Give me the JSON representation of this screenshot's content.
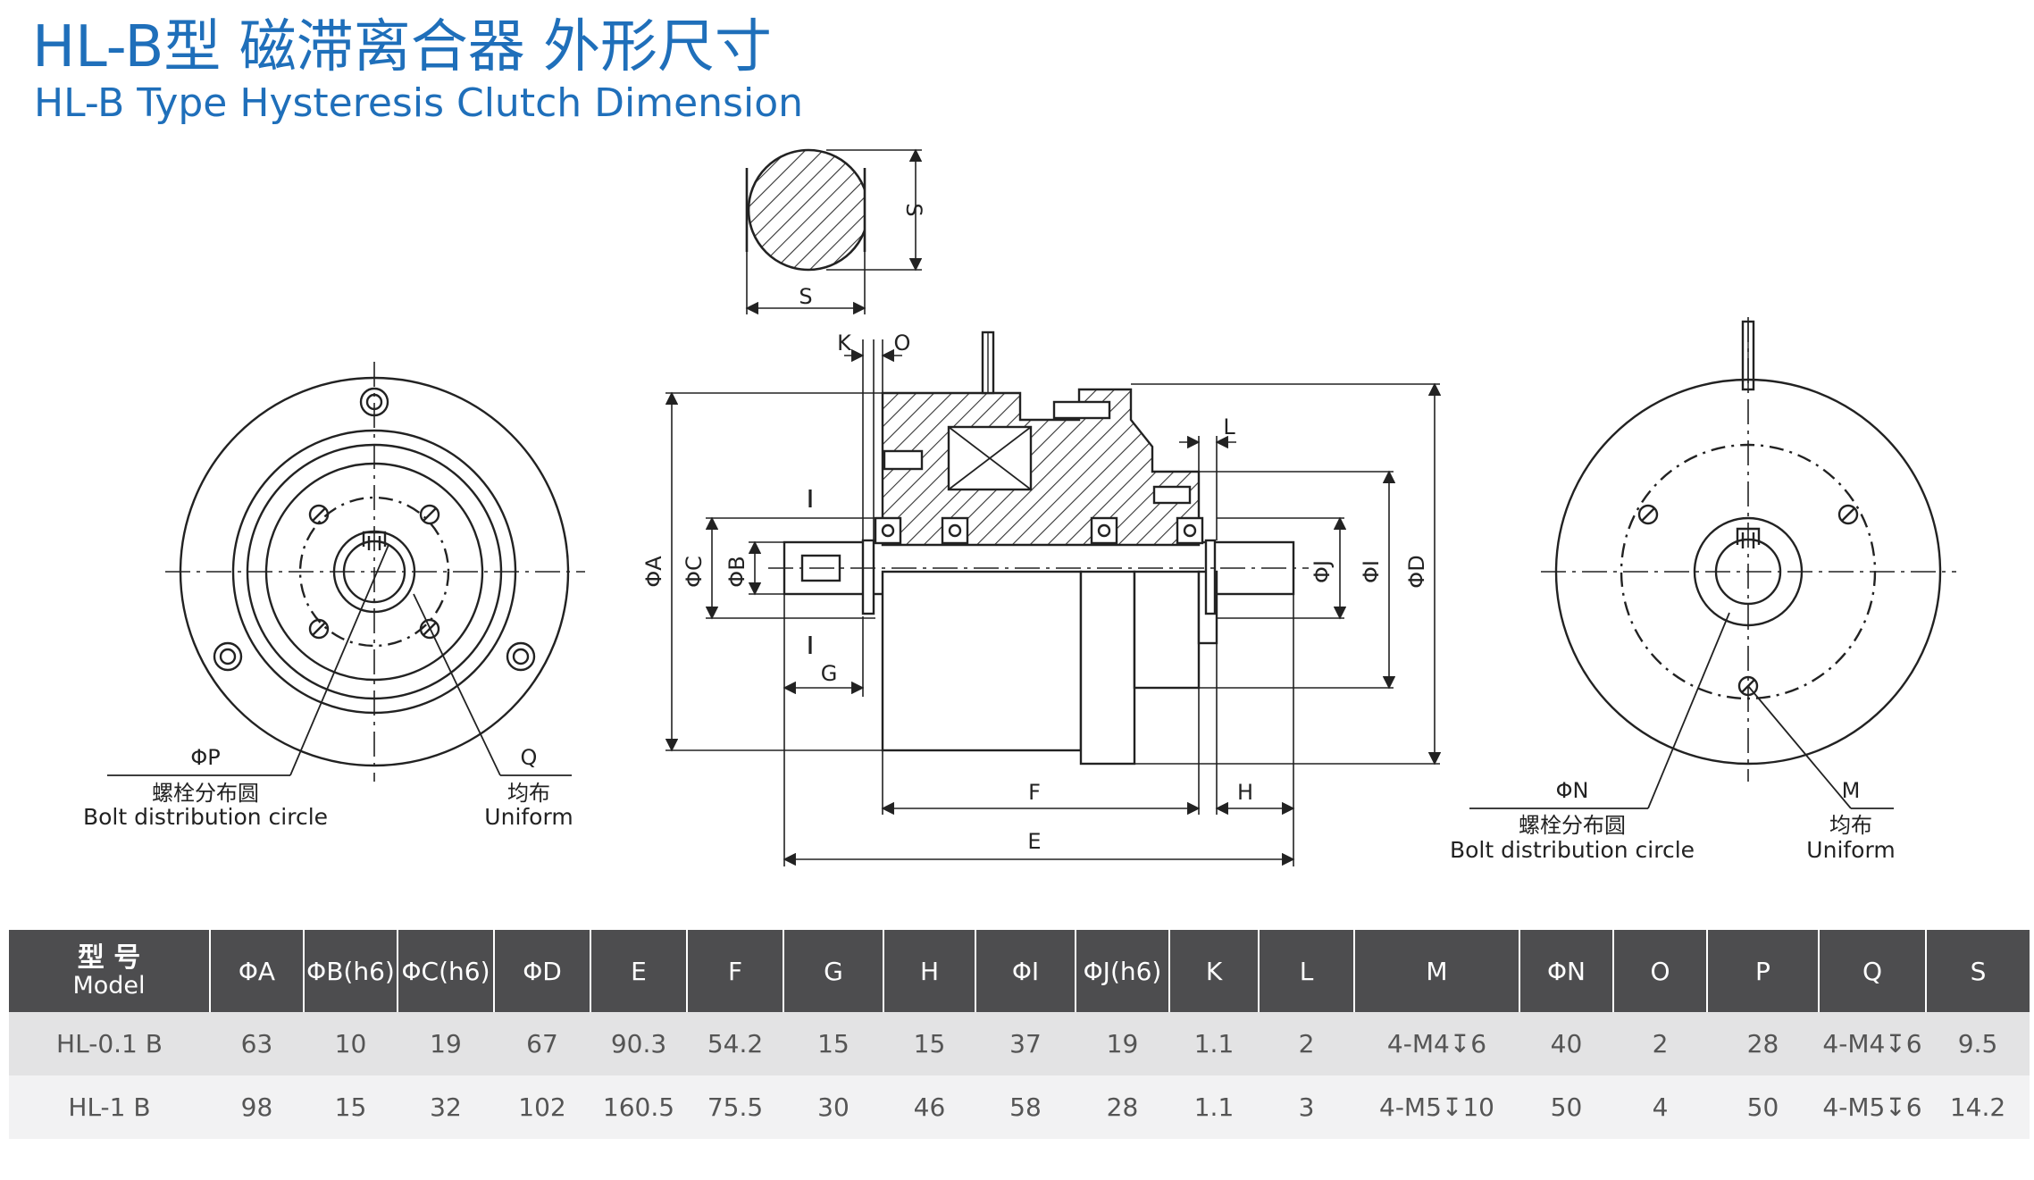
{
  "title": {
    "cn": "HL-B型 磁滞离合器 外形尺寸",
    "en": "HL-B Type Hysteresis Clutch Dimension"
  },
  "drawing": {
    "left_view": {
      "label_p": "ΦP",
      "label_q": "Q",
      "bolt_cn": "螺栓分布圆",
      "bolt_en": "Bolt distribution circle",
      "uniform_cn": "均布",
      "uniform_en": "Uniform"
    },
    "section_view": {
      "label_k": "K",
      "label_o": "O",
      "label_l": "L",
      "label_a": "ΦA",
      "label_c": "ΦC",
      "label_b": "ΦB",
      "label_j": "ΦJ",
      "label_i": "ΦI",
      "label_d": "ΦD",
      "label_g": "G",
      "label_f": "F",
      "label_h": "H",
      "label_e": "E"
    },
    "shaft_detail": {
      "label_s_right": "S",
      "label_s_bottom": "S"
    },
    "right_view": {
      "label_n": "ΦN",
      "label_m": "M",
      "bolt_cn": "螺栓分布圆",
      "bolt_en": "Bolt distribution circle",
      "uniform_cn": "均布",
      "uniform_en": "Uniform"
    }
  },
  "table": {
    "header_model_cn": "型 号",
    "header_model_en": "Model",
    "headers": [
      "ΦA",
      "ΦB(h6)",
      "ΦC(h6)",
      "ΦD",
      "E",
      "F",
      "G",
      "H",
      "ΦI",
      "ΦJ(h6)",
      "K",
      "L",
      "M",
      "ΦN",
      "O",
      "P",
      "Q",
      "S"
    ],
    "rows": [
      [
        "HL-0.1 B",
        "63",
        "10",
        "19",
        "67",
        "90.3",
        "54.2",
        "15",
        "15",
        "37",
        "19",
        "1.1",
        "2",
        "4-M4↧6",
        "40",
        "2",
        "28",
        "4-M4↧6",
        "9.5"
      ],
      [
        "HL-1 B",
        "98",
        "15",
        "32",
        "102",
        "160.5",
        "75.5",
        "30",
        "46",
        "58",
        "28",
        "1.1",
        "3",
        "4-M5↧10",
        "50",
        "4",
        "50",
        "4-M5↧6",
        "14.2"
      ]
    ]
  }
}
